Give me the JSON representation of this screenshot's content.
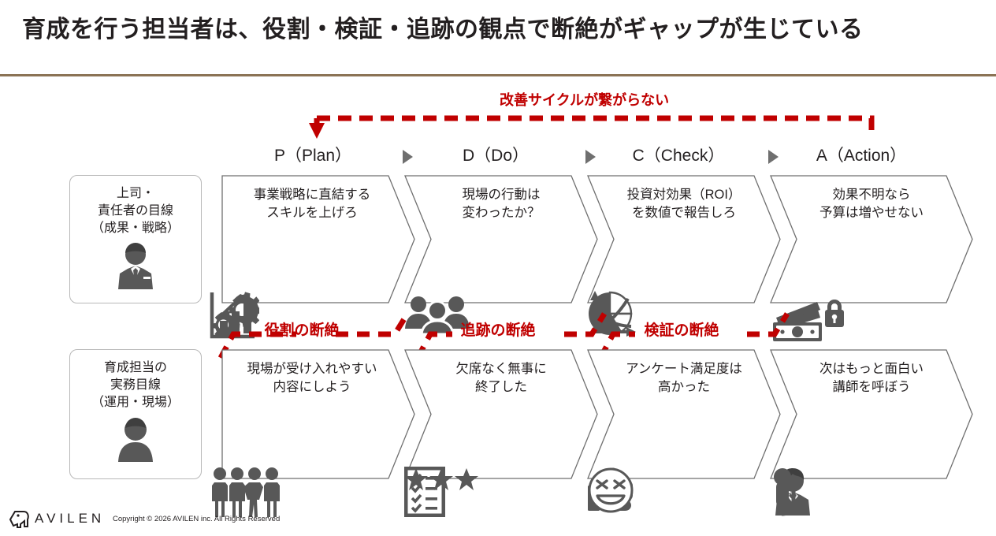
{
  "slide": {
    "title": "育成を行う担当者は、役割・検証・追跡の観点で断絶がギャップが生じている",
    "accent_rule_color": "#8b7355",
    "red": "#C00000",
    "gray_icon": "#585858"
  },
  "cycle": {
    "label": "改善サイクルが繋がらない"
  },
  "pdca": {
    "headers": [
      {
        "label": "P（Plan）"
      },
      {
        "label": "D（Do）"
      },
      {
        "label": "C（Check）"
      },
      {
        "label": "A（Action）"
      }
    ]
  },
  "personas": [
    {
      "text": "上司・\n責任者の目線\n（成果・戦略）",
      "icon": "businessman-icon"
    },
    {
      "text": "育成担当の\n実務目線\n（運用・現場）",
      "icon": "person-icon"
    }
  ],
  "rows": [
    {
      "name": "manager-row",
      "cells": [
        {
          "text": "事業戦略に直結する\nスキルを上げろ",
          "icons": [
            "gears-icon",
            "bar-chart-growth-icon"
          ]
        },
        {
          "text": "現場の行動は\n変わったか？",
          "icons": [
            "people-group-icon"
          ]
        },
        {
          "text": "投資対効果（ROI）\nを数値で報告しろ",
          "icons": [
            "pie-chart-icon",
            "declining-graph-icon"
          ]
        },
        {
          "text": "効果不明なら\n予算は増やせない",
          "icons": [
            "money-lock-icon"
          ]
        }
      ]
    },
    {
      "name": "trainer-row",
      "cells": [
        {
          "text": "現場が受け入れやすい\n内容にしよう",
          "icons": [
            "people-line-icon"
          ]
        },
        {
          "text": "欠席なく無事に\n終了した",
          "icons": [
            "checklist-icon",
            "three-stars-icon"
          ]
        },
        {
          "text": "アンケート満足度は\n高かった",
          "icons": [
            "thumbs-up-icon",
            "smiley-face-icon"
          ]
        },
        {
          "text": "次はもっと面白い\n講師を呼ぼう",
          "icons": [
            "presenter-icon",
            "microphone-icon"
          ]
        }
      ]
    }
  ],
  "gaps": [
    {
      "label": "役割の断絶"
    },
    {
      "label": "追跡の断絶"
    },
    {
      "label": "検証の断絶"
    }
  ],
  "footer": {
    "brand": "AVILEN",
    "copyright": "Copyright © 2026 AVILEN inc. All Rights Reserved"
  }
}
